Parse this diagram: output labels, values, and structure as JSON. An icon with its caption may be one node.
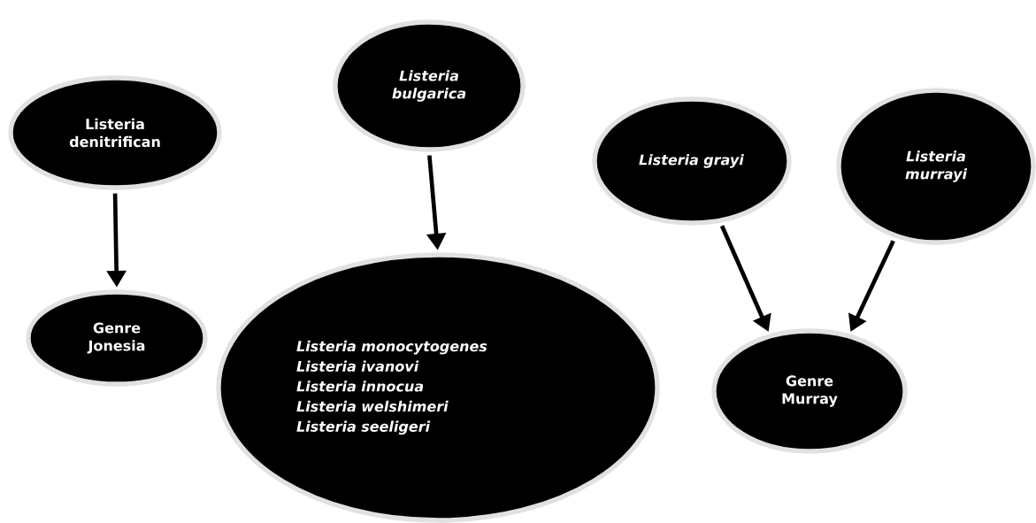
{
  "diagram": {
    "nodes": [
      {
        "text": [
          "Listeria denitrifican"
        ]
      },
      {
        "text": [
          "Genre Jonesia"
        ]
      },
      {
        "text": [
          "Listeria bulgarica"
        ]
      },
      {
        "text": [
          "Listeria monocytogenes",
          "Listeria ivanovi",
          "Listeria innocua",
          "Listeria welshimeri",
          "Listeria seeligeri"
        ]
      },
      {
        "text": [
          "Listeria grayi"
        ]
      },
      {
        "text": [
          "Listeria murrayi"
        ]
      },
      {
        "text": [
          "Genre Murray"
        ]
      }
    ],
    "edges": [
      {
        "from": 0,
        "to": 1,
        "arrow": "to"
      },
      {
        "from": 2,
        "to": 3,
        "arrow": "to"
      },
      {
        "from": 4,
        "to": 6,
        "arrow": "to"
      },
      {
        "from": 5,
        "to": 6,
        "arrow": "to"
      }
    ]
  }
}
